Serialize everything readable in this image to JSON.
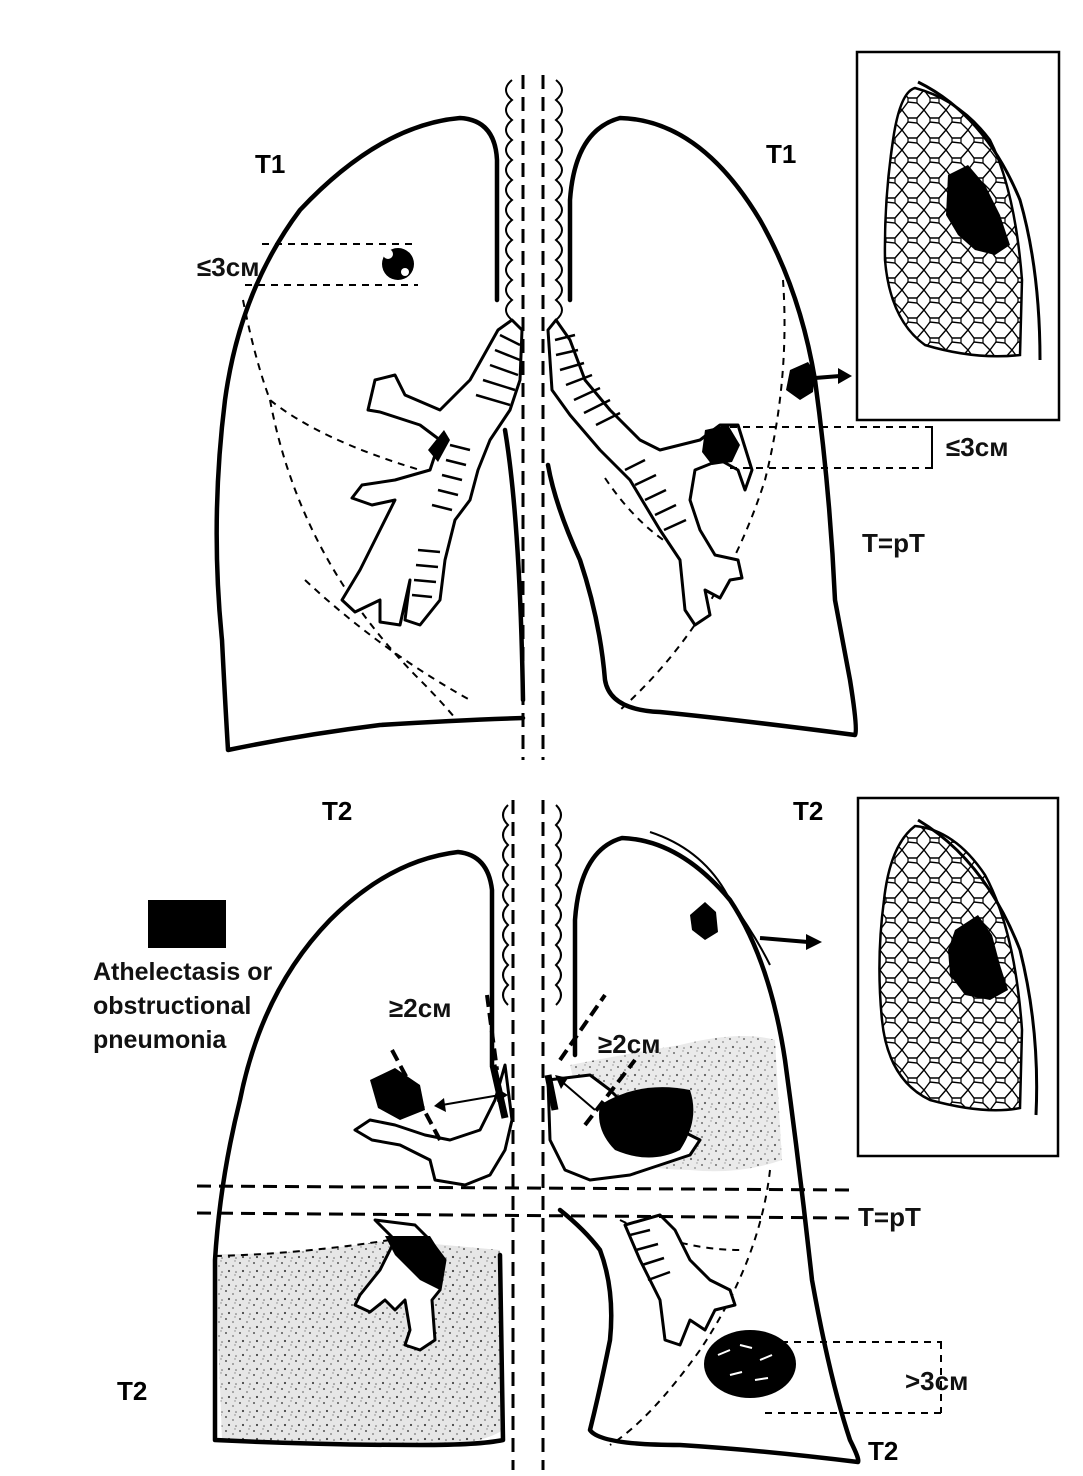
{
  "labels": {
    "t1_left": "T1",
    "t1_right": "T1",
    "t1_size_left": "≤3см",
    "t1_size_right": "≤3см",
    "t1_tpt": "T=pT",
    "t2_top_left": "T2",
    "t2_top_right": "T2",
    "t2_legend_line1": "Athelectasis or",
    "t2_legend_line2": "obstructional",
    "t2_legend_line3": "pneumonia",
    "t2_dist_left": "≥2см",
    "t2_dist_right": "≥2см",
    "t2_tpt": "T=pT",
    "t2_size": ">3см",
    "t2_bottom_left": "T2",
    "t2_bottom_right": "T2"
  },
  "colors": {
    "ink": "#000000",
    "paper": "#ffffff",
    "shade": "#bdbdbd"
  },
  "icons": [
    "tumor-mass",
    "lung-inset",
    "arrow-right"
  ]
}
